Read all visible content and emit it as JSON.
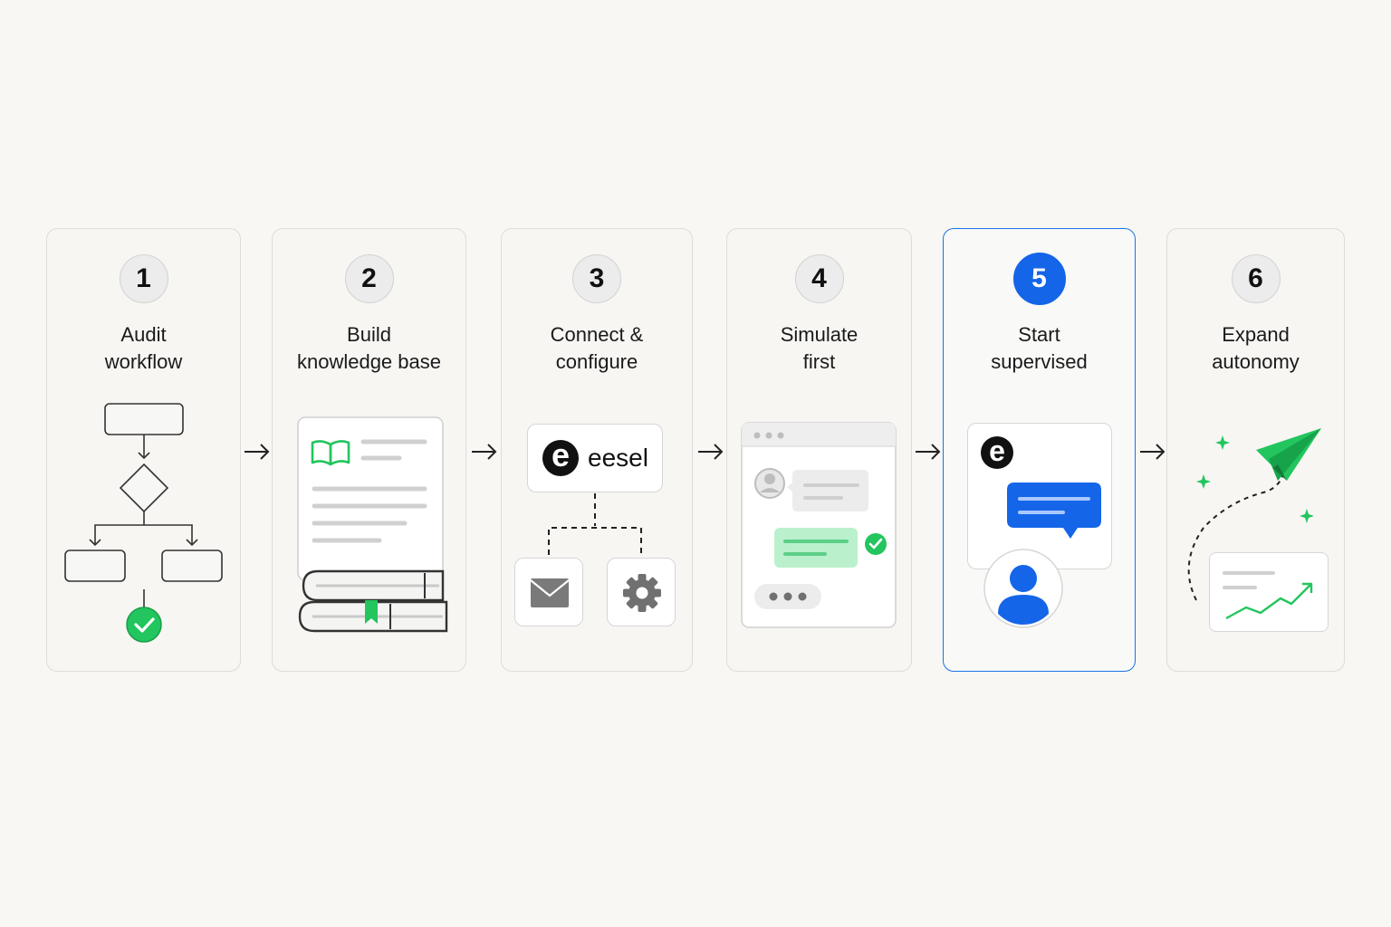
{
  "steps": [
    {
      "number": "1",
      "title_line1": "Audit",
      "title_line2": "workflow"
    },
    {
      "number": "2",
      "title_line1": "Build",
      "title_line2": "knowledge base"
    },
    {
      "number": "3",
      "title_line1": "Connect &",
      "title_line2": "configure",
      "brand": "eesel",
      "logo_letter": "e"
    },
    {
      "number": "4",
      "title_line1": "Simulate",
      "title_line2": "first"
    },
    {
      "number": "5",
      "title_line1": "Start",
      "title_line2": "supervised",
      "logo_letter": "e"
    },
    {
      "number": "6",
      "title_line1": "Expand",
      "title_line2": "autonomy"
    }
  ],
  "active_step": "5",
  "colors": {
    "accent_blue": "#1565e8",
    "success_green": "#22c55e",
    "border_gray": "#dcdcdc",
    "background": "#f8f7f4"
  },
  "icons": [
    "flowchart-icon",
    "check-icon",
    "book-icon",
    "books-stack-icon",
    "eesel-logo-icon",
    "mail-icon",
    "gear-icon",
    "browser-window-icon",
    "avatar-icon",
    "chat-bubble-icon",
    "user-icon",
    "paper-plane-icon",
    "sparkle-icon",
    "growth-chart-icon"
  ]
}
